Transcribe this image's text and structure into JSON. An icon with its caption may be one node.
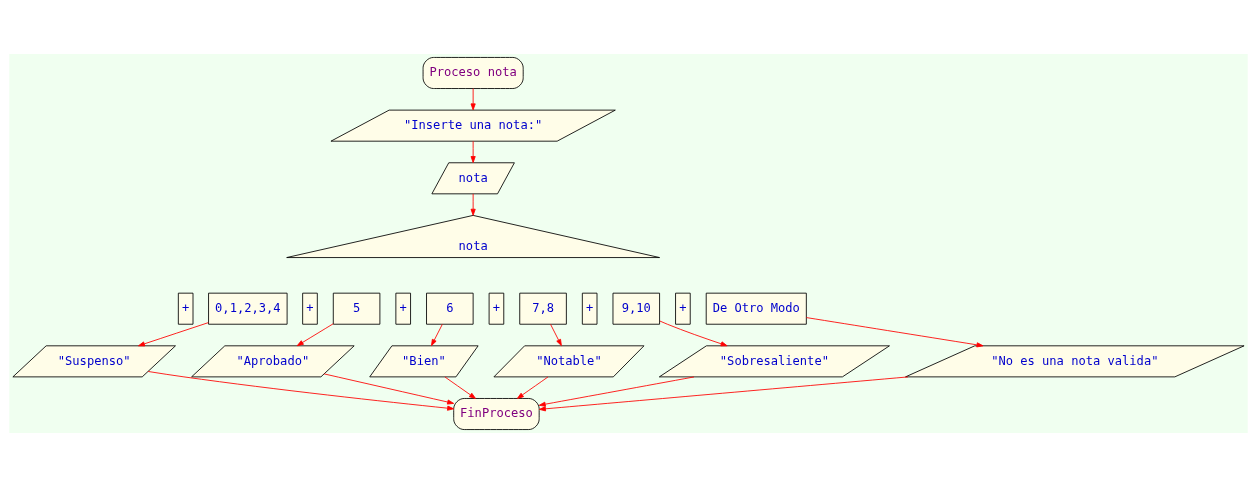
{
  "diagram": {
    "nodes": [
      {
        "text": [
          "Proceso nota"
        ]
      },
      {
        "text": [
          "\"Inserte una nota:\""
        ]
      },
      {
        "text": [
          "nota"
        ]
      },
      {
        "text": [
          "nota"
        ]
      },
      {
        "text": [
          "0,1,2,3,4"
        ]
      },
      {
        "text": [
          "5"
        ]
      },
      {
        "text": [
          "6"
        ]
      },
      {
        "text": [
          "7,8"
        ]
      },
      {
        "text": [
          "9,10"
        ]
      },
      {
        "text": [
          "De Otro Modo"
        ]
      },
      {
        "text": [
          "\"Suspenso\""
        ]
      },
      {
        "text": [
          "\"Aprobado\""
        ]
      },
      {
        "text": [
          "\"Bien\""
        ]
      },
      {
        "text": [
          "\"Notable\""
        ]
      },
      {
        "text": [
          "\"Sobresaliente\""
        ]
      },
      {
        "text": [
          "\"No es una nota valida\""
        ]
      },
      {
        "text": [
          "FinProceso"
        ]
      }
    ],
    "edges": [
      {
        "from": 0,
        "to": 1,
        "arrow": "to"
      },
      {
        "from": 1,
        "to": 2,
        "arrow": "to"
      },
      {
        "from": 2,
        "to": 3,
        "arrow": "to"
      },
      {
        "from": 4,
        "to": 10,
        "arrow": "to"
      },
      {
        "from": 5,
        "to": 11,
        "arrow": "to"
      },
      {
        "from": 6,
        "to": 12,
        "arrow": "to"
      },
      {
        "from": 7,
        "to": 13,
        "arrow": "to"
      },
      {
        "from": 8,
        "to": 14,
        "arrow": "to"
      },
      {
        "from": 9,
        "to": 15,
        "arrow": "to"
      },
      {
        "from": 10,
        "to": 16,
        "arrow": "to"
      },
      {
        "from": 11,
        "to": 16,
        "arrow": "to"
      },
      {
        "from": 12,
        "to": 16,
        "arrow": "to"
      },
      {
        "from": 13,
        "to": 16,
        "arrow": "to"
      },
      {
        "from": 14,
        "to": 16,
        "arrow": "to"
      },
      {
        "from": 15,
        "to": 16,
        "arrow": "to"
      }
    ],
    "labels": [
      "+",
      "+",
      "+",
      "+",
      "+",
      "+"
    ]
  }
}
